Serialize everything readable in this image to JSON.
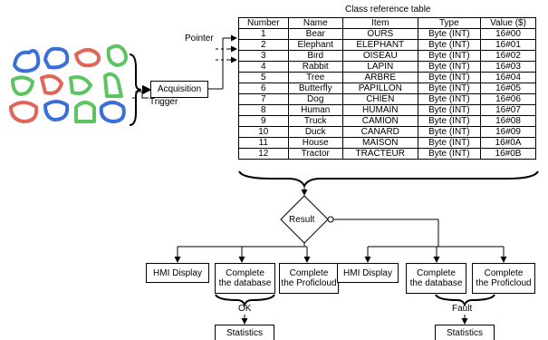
{
  "table": {
    "title": "Class reference table",
    "columns": [
      "Number",
      "Name",
      "Item",
      "Type",
      "Value ($)"
    ],
    "rows": [
      [
        "1",
        "Bear",
        "OURS",
        "Byte (INT)",
        "16#00"
      ],
      [
        "2",
        "Elephant",
        "ELEPHANT",
        "Byte (INT)",
        "16#01"
      ],
      [
        "3",
        "Bird",
        "OISEAU",
        "Byte (INT)",
        "16#02"
      ],
      [
        "4",
        "Rabbit",
        "LAPIN",
        "Byte (INT)",
        "16#03"
      ],
      [
        "5",
        "Tree",
        "ARBRE",
        "Byte (INT)",
        "16#04"
      ],
      [
        "6",
        "Butterfly",
        "PAPILLON",
        "Byte (INT)",
        "16#05"
      ],
      [
        "7",
        "Dog",
        "CHIEN",
        "Byte (INT)",
        "16#06"
      ],
      [
        "8",
        "Human",
        "HUMAIN",
        "Byte (INT)",
        "16#07"
      ],
      [
        "9",
        "Truck",
        "CAMION",
        "Byte (INT)",
        "16#08"
      ],
      [
        "10",
        "Duck",
        "CANARD",
        "Byte (INT)",
        "16#09"
      ],
      [
        "11",
        "House",
        "MAISON",
        "Byte (INT)",
        "16#0A"
      ],
      [
        "12",
        "Tractor",
        "TRACTEUR",
        "Byte (INT)",
        "16#0B"
      ]
    ]
  },
  "labels": {
    "pointer": "Pointer",
    "trigger": "Trigger",
    "acquisition": "Acquisition",
    "result": "Result",
    "ok": "OK",
    "fault": "Fault"
  },
  "ok_branch": {
    "hmi": "HMI Display",
    "db_line1": "Complete",
    "db_line2": "the database",
    "cloud_line1": "Complete",
    "cloud_line2": "the Proficloud",
    "stats": "Statistics"
  },
  "fault_branch": {
    "hmi": "HMI Display",
    "db_line1": "Complete",
    "db_line2": "the database",
    "cloud_line1": "Complete",
    "cloud_line2": "the Proficloud",
    "stats": "Statistics"
  },
  "colors": {
    "line": "#000000",
    "cutter_blue": "#3a6fd8",
    "cutter_red": "#e0665a",
    "cutter_green": "#5cc460"
  },
  "image": {
    "icon": "cookie-cutter-shapes-photo"
  }
}
